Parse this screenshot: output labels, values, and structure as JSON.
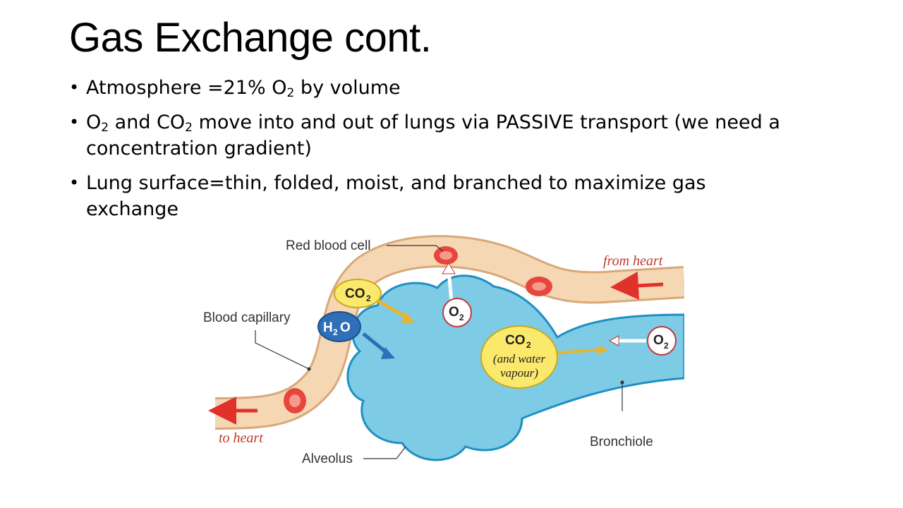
{
  "slide": {
    "title": "Gas Exchange cont.",
    "bullets": [
      {
        "parts": [
          "Atmosphere =21% O",
          "2",
          " by volume"
        ]
      },
      {
        "parts": [
          "O",
          "2",
          " and CO",
          "2",
          " move into and out of lungs via PASSIVE transport (we need a concentration gradient)"
        ]
      },
      {
        "parts": [
          "Lung surface=thin,  folded, moist, and branched to maximize gas exchange"
        ]
      }
    ]
  },
  "diagram": {
    "labels": {
      "red_blood_cell": "Red blood cell",
      "blood_capillary": "Blood capillary",
      "alveolus": "Alveolus",
      "bronchiole": "Bronchiole",
      "from_heart": "from heart",
      "to_heart": "to heart"
    },
    "molecules": {
      "co2_main": "CO",
      "co2_sub": "2",
      "h2o_h": "H",
      "h2o_sub": "2",
      "h2o_o": "O",
      "o2_main": "O",
      "o2_sub": "2",
      "co2_water_line1": "(and water",
      "co2_water_line2": "vapour)"
    },
    "colors": {
      "capillary": "#f5d7b4",
      "capillary_edge": "#d8a878",
      "alveolus": "#7ecbe6",
      "alveolus_edge": "#1f8fc2",
      "rbc": "#e8453c",
      "arrow_red": "#e0312b",
      "co2_bubble": "#fbe96b",
      "h2o_bubble": "#2f6fb8"
    }
  }
}
